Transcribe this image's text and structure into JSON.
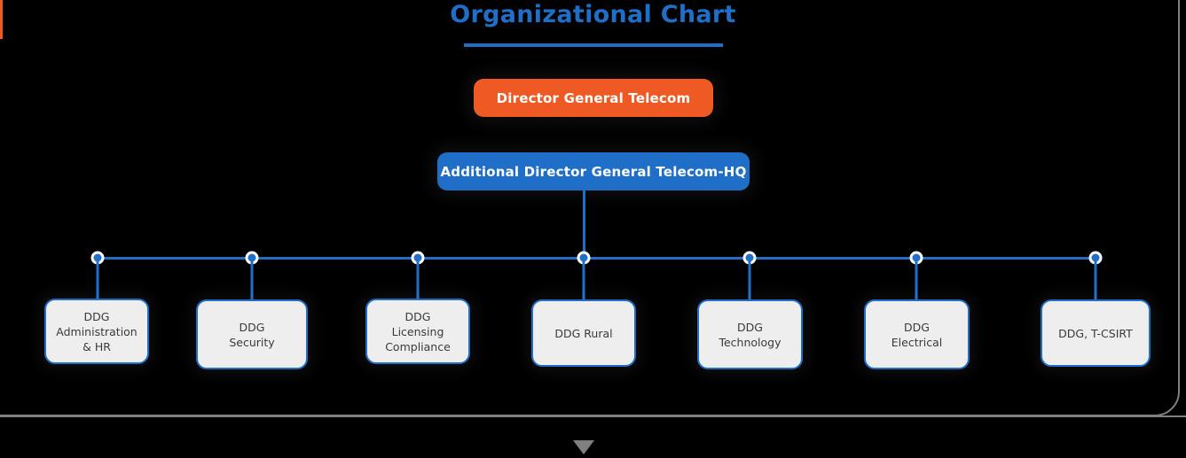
{
  "page": {
    "title": "Organizational Chart",
    "background_color": "#000000",
    "accent_blue": "#1f6fc9",
    "accent_orange": "#ef5a24",
    "leaf_fill": "#eeeeee",
    "leaf_text_color": "#3a3a3a",
    "frame_color": "#808080"
  },
  "hierarchy": {
    "root": {
      "label": "Director General Telecom",
      "color": "#ef5a24"
    },
    "second": {
      "label": "Additional Director General Telecom-HQ",
      "color": "#1f6fc9"
    },
    "children": [
      {
        "label": "DDG\nAdministration\n& HR",
        "line1": "DDG",
        "line2": "Administration",
        "line3": "& HR"
      },
      {
        "label": "DDG\nSecurity",
        "line1": "DDG",
        "line2": "Security",
        "line3": ""
      },
      {
        "label": "DDG\nLicensing\nCompliance",
        "line1": "DDG",
        "line2": "Licensing",
        "line3": "Compliance"
      },
      {
        "label": "DDG Rural",
        "line1": "DDG Rural",
        "line2": "",
        "line3": ""
      },
      {
        "label": "DDG\nTechnology",
        "line1": "DDG",
        "line2": "Technology",
        "line3": ""
      },
      {
        "label": "DDG\nElectrical",
        "line1": "DDG",
        "line2": "Electrical",
        "line3": ""
      },
      {
        "label": "DDG, T-CSIRT",
        "line1": "DDG, T-CSIRT",
        "line2": "",
        "line3": ""
      }
    ]
  },
  "footer": {
    "caret_icon": "triangle-down-icon"
  }
}
